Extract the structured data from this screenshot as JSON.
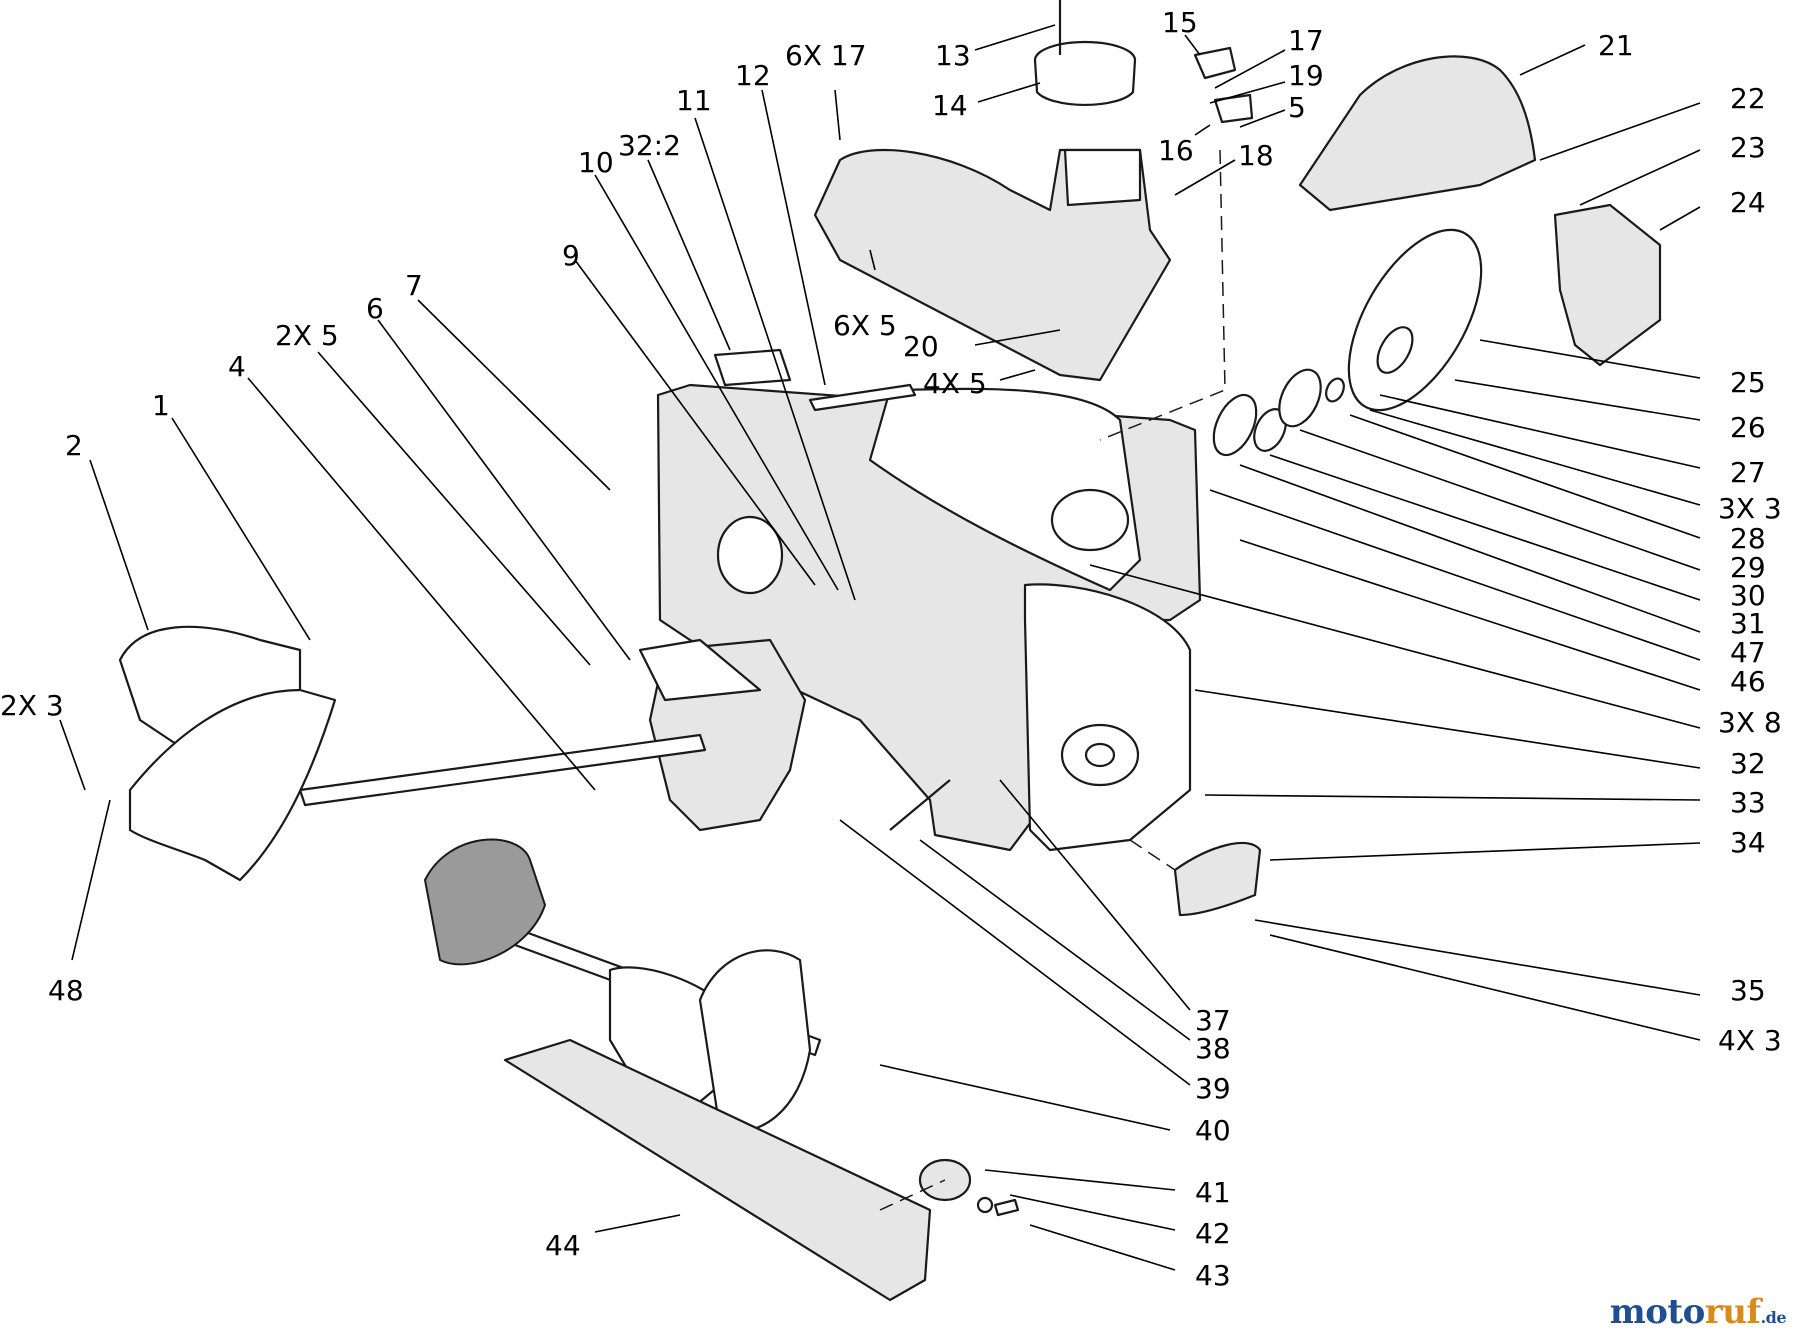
{
  "diagram": {
    "callouts": [
      "13",
      "14",
      "15",
      "17",
      "19",
      "5",
      "16",
      "18",
      "21",
      "22",
      "23",
      "24",
      "6X 17",
      "12",
      "11",
      "32:2",
      "10",
      "9",
      "7",
      "6",
      "2X 5",
      "4",
      "1",
      "2",
      "2X 3",
      "48",
      "6X 5",
      "20",
      "4X 5",
      "25",
      "26",
      "27",
      "3X 3",
      "28",
      "29",
      "30",
      "31",
      "47",
      "46",
      "3X 8",
      "32",
      "33",
      "34",
      "35",
      "4X 3",
      "37",
      "38",
      "39",
      "40",
      "41",
      "42",
      "43",
      "44"
    ]
  },
  "watermark": {
    "part1": "moto",
    "part2": "ruf",
    "suffix": ".de"
  },
  "colors": {
    "ink": "#000000",
    "watermark_blue": "#1f4f8f",
    "watermark_orange": "#d98a1c"
  }
}
